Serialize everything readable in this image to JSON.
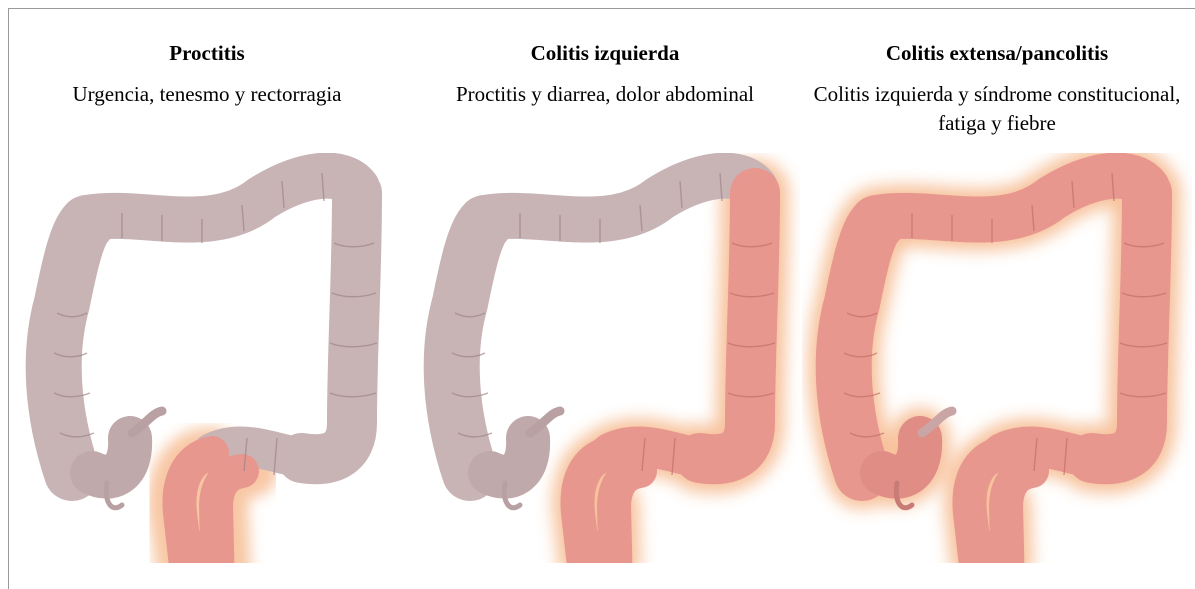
{
  "panels": [
    {
      "title": "Proctitis",
      "subtitle": "Urgencia, tenesmo y rectorragia"
    },
    {
      "title": "Colitis izquierda",
      "subtitle": "Proctitis y diarrea, dolor abdominal"
    },
    {
      "title": "Colitis extensa/pancolitis",
      "subtitle": "Colitis izquierda  y síndrome constitucional, fatiga y fiebre"
    }
  ],
  "colors": {
    "healthy": "#c8b3b5",
    "inflamed": "#e7978e",
    "glow": "#f29a5a"
  }
}
